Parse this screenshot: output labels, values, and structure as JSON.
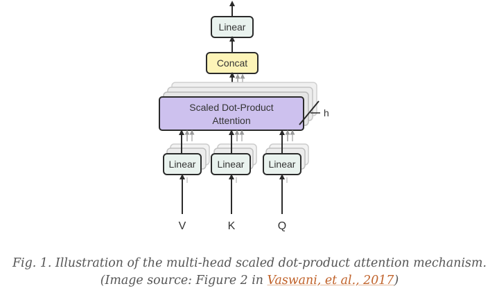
{
  "diagram": {
    "top_linear": "Linear",
    "concat": "Concat",
    "attention_line1": "Scaled Dot-Product",
    "attention_line2": "Attention",
    "heads_label": "h",
    "input_linears": [
      "Linear",
      "Linear",
      "Linear"
    ],
    "inputs": [
      "V",
      "K",
      "Q"
    ],
    "colors": {
      "attention_fill": "#cdc1ee",
      "concat_fill": "#fdf4b8",
      "linear_fill": "#e9f2ee",
      "stroke": "#2a2a2a"
    }
  },
  "caption": {
    "line1": "Fig. 1. Illustration of the multi-head scaled dot-product attention mechanism.",
    "line2_prefix": "(Image source: Figure 2 in ",
    "link_text": "Vaswani, et al., 2017",
    "line2_suffix": ")",
    "link_color": "#c0622a"
  }
}
